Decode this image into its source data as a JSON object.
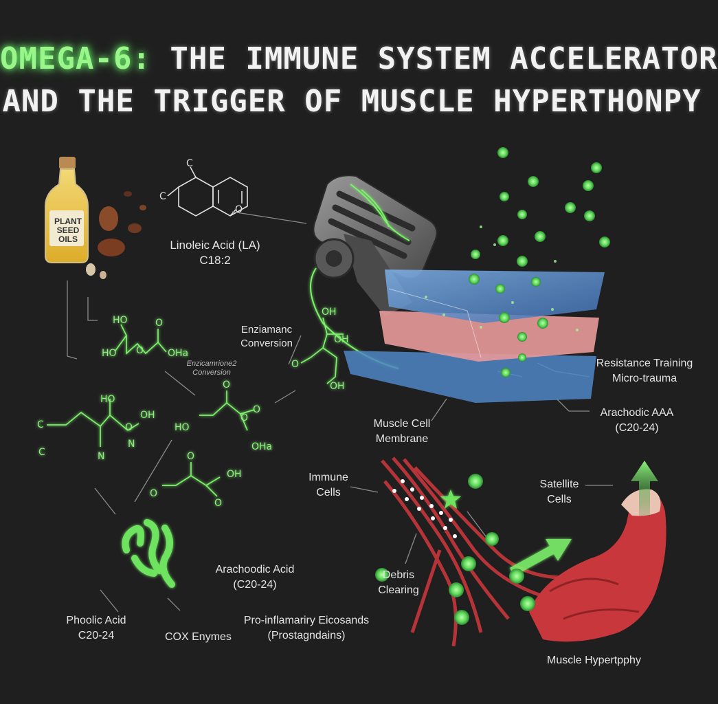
{
  "title": {
    "highlight": "OMEGA-6:",
    "line1_rest": " THE IMMUNE SYSTEM ACCELERATOR",
    "line2": "AND THE TRIGGER OF MUSCLE HYPERTHONPY"
  },
  "bottle": {
    "line1": "PLANT",
    "line2": "SEED",
    "line3": "OILS"
  },
  "labels": {
    "linoleic_name": "Linoleic Acid (LA)",
    "linoleic_formula": "C18:2",
    "enzymatic_line1": "Enziamanc",
    "enzymatic_line2": "Conversion",
    "small_line1": "Enzicamrione2",
    "small_line2": "Conversion",
    "resistance_line1": "Resistance Training",
    "resistance_line2": "Micro-trauma",
    "arachodic_line1": "Arachodic AAA",
    "arachodic_line2": "(C20-24)",
    "membrane_line1": "Muscle Cell",
    "membrane_line2": "Membrane",
    "immune_line1": "Immune",
    "immune_line2": "Cells",
    "satellite_line1": "Satellite",
    "satellite_line2": "Cells",
    "debris_line1": "Debris",
    "debris_line2": "Clearing",
    "arachoodic_line1": "Arachoodic Acid",
    "arachoodic_line2": "(C20-24)",
    "phoolic_line1": "Phoolic Acid",
    "phoolic_line2": "C20-24",
    "cox": "COX Enymes",
    "proinfl_line1": "Pro-inflamariry Eicosands",
    "proinfl_line2": "(Prostagndains)",
    "hypertrophy": "Muscle Hypertpphy"
  },
  "molecule_atoms": {
    "c": "C",
    "o": "O",
    "ho": "HO",
    "oh": "OH",
    "oh3": "OHa",
    "n": "N"
  },
  "colors": {
    "background": "#1f1f1f",
    "accent_green": "#7cf26a",
    "membrane_blue": "#4f86c6",
    "tissue_pink": "#e68a8a",
    "muscle_red": "#c7373b"
  }
}
